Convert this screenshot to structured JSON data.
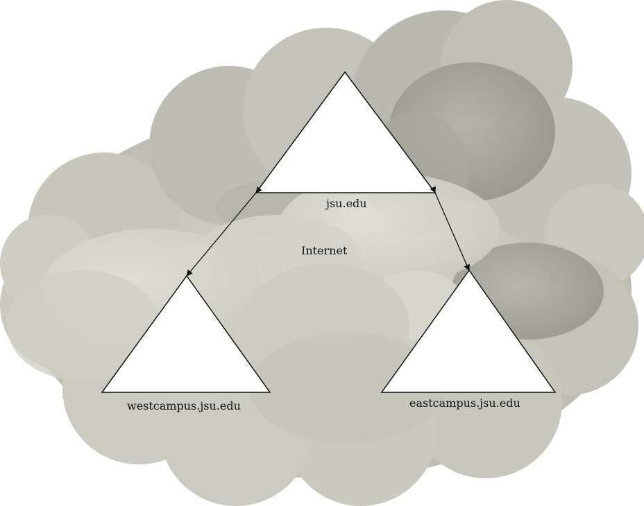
{
  "diagram": {
    "cloud_label": "Internet",
    "domains": {
      "root": "jsu.edu",
      "west": "westcampus.jsu.edu",
      "east": "eastcampus.jsu.edu"
    }
  },
  "colors": {
    "cloud_light": "#d9d9cf",
    "cloud_mid": "#c4c4b9",
    "cloud_dark": "#9c9c93",
    "triangle_fill": "#ffffff",
    "line": "#111111"
  }
}
